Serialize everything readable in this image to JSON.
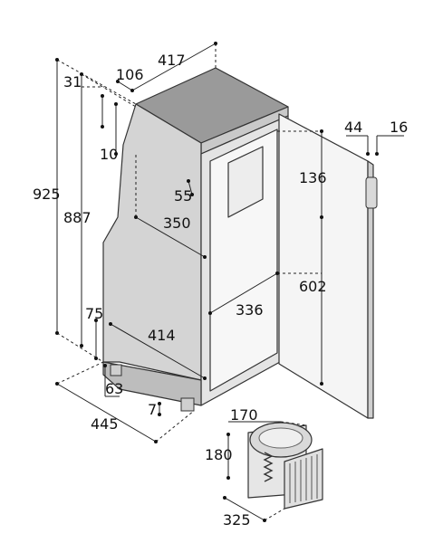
{
  "dimensions": {
    "top_width": "417",
    "top_depth": "106",
    "top_offset": "31",
    "hinge_gap": "10",
    "total_height": "925",
    "body_height": "887",
    "step_depth": "55",
    "upper_depth": "350",
    "compartment_upper": "136",
    "compartment_height": "602",
    "inner_width": "336",
    "lower_depth": "414",
    "foot_height": "75",
    "foot_offset": "63",
    "total_depth": "445",
    "foot_small": "7",
    "door_depth": "44",
    "door_handle": "16",
    "compressor_width": "170",
    "compressor_height": "180",
    "compressor_depth": "325"
  },
  "colors": {
    "cabinet_side": "#d4d4d4",
    "cabinet_top": "#9a9a9a",
    "cabinet_inner": "#f7f7f7",
    "door": "#f5f5f5",
    "outline": "#333333"
  }
}
